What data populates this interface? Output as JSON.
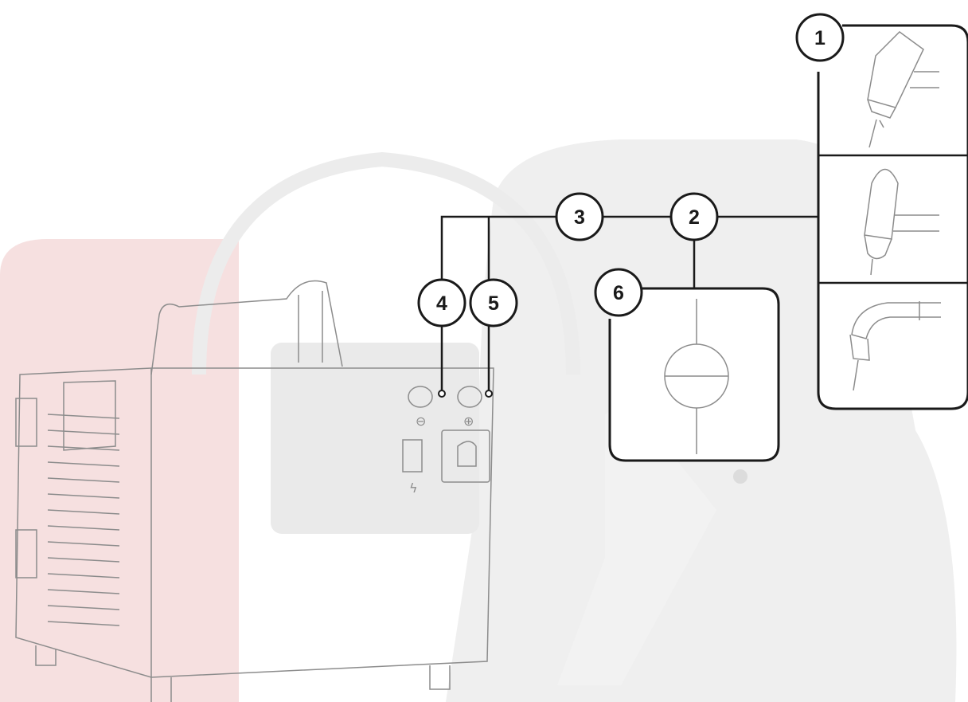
{
  "diagram": {
    "callouts": [
      {
        "id": "1",
        "label": "1"
      },
      {
        "id": "2",
        "label": "2"
      },
      {
        "id": "3",
        "label": "3"
      },
      {
        "id": "4",
        "label": "4"
      },
      {
        "id": "5",
        "label": "5"
      },
      {
        "id": "6",
        "label": "6"
      }
    ],
    "panel": {
      "negative_socket_symbol": "⊖",
      "positive_socket_symbol": "⊕",
      "indicator_symbol": "ϟ"
    },
    "torches": [
      "stick-torch",
      "tig-torch",
      "mig-torch"
    ],
    "colors": {
      "line": "#1a1a1a",
      "drawing": "#8c8c8c",
      "watermark_red": "#f6e0e0",
      "watermark_gray": "#efefef"
    }
  }
}
